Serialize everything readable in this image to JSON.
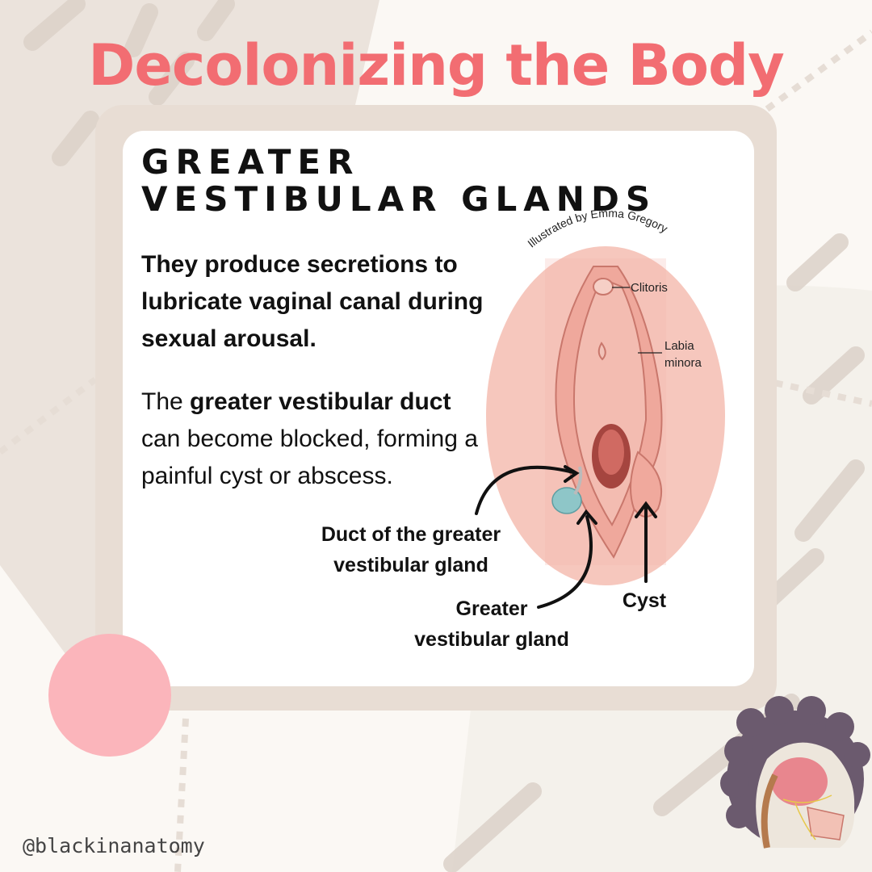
{
  "header": {
    "title": "Decolonizing the Body"
  },
  "card": {
    "heading": "GREATER VESTIBULAR GLANDS",
    "lead": "They produce secretions to lubricate vaginal canal during sexual arousal.",
    "body_part1": "The",
    "body_bold": "greater vestibular duct",
    "body_part2": "can become blocked, forming a painful cyst or abscess."
  },
  "illustration": {
    "credit": "Illustrated by  Emma Gregory",
    "label_clitoris": "Clitoris",
    "label_labia_line1": "Labia",
    "label_labia_line2": "minora",
    "label_duct_line1": "Duct of the greater",
    "label_duct_line2": "vestibular gland",
    "label_gland_line1": "Greater",
    "label_gland_line2": "vestibular gland",
    "label_cyst": "Cyst"
  },
  "footer": {
    "handle": "@blackinanatomy"
  },
  "colors": {
    "title": "#f26d72",
    "frame": "#e8ddd4",
    "oval": "#f6c7bd",
    "accent_circle": "#fbb5bb",
    "gland": "#8ec6c8"
  },
  "icons": [
    "skull-avatar-icon",
    "arrow-icon"
  ]
}
